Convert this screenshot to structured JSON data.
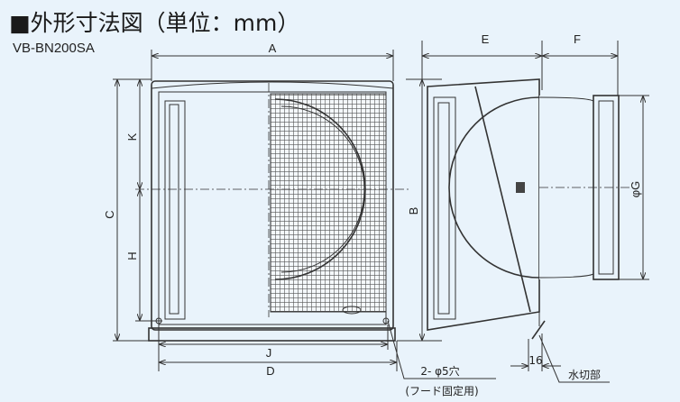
{
  "title": "■外形寸法図（単位：mm）",
  "model": "VB-BN200SA",
  "dimensions": {
    "A": "A",
    "B": "B",
    "C": "C",
    "D": "D",
    "E": "E",
    "F": "F",
    "G": "φG",
    "H": "H",
    "J": "J",
    "K": "K",
    "water_cut_width": "16"
  },
  "notes": {
    "holes": "2- φ5穴",
    "holes_purpose": "(フード固定用)",
    "water_cut": "水切部"
  },
  "colors": {
    "background": "#e9f3fb",
    "line": "#333333"
  }
}
